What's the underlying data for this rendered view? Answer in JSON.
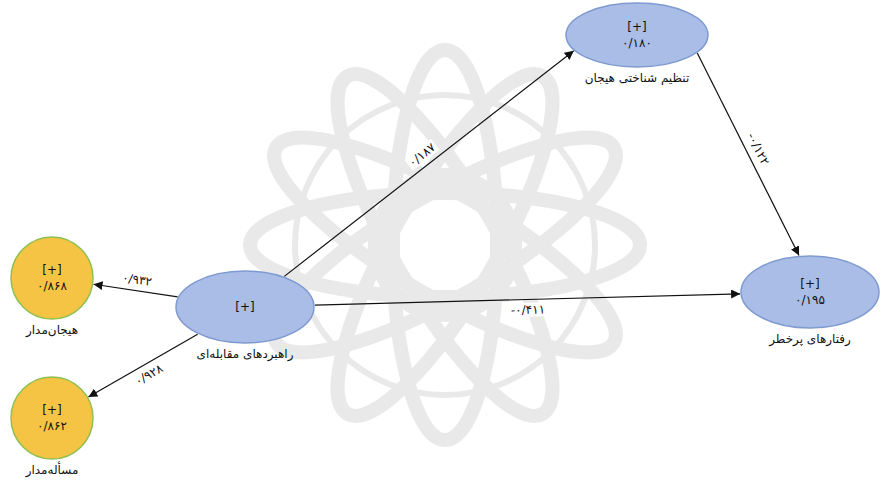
{
  "diagram": {
    "nodes": [
      {
        "text": [
          "[+]",
          "راهبردهای مقابله‌ای"
        ]
      },
      {
        "text": [
          "[+]",
          "۰/۸۶۸",
          "هیجان‌مدار"
        ]
      },
      {
        "text": [
          "[+]",
          "۰/۸۶۲",
          "مسأله‌مدار"
        ]
      },
      {
        "text": [
          "[+]",
          "۰/۱۸۰",
          "تنظیم شناختی هیجان"
        ]
      },
      {
        "text": [
          "[+]",
          "۰/۱۹۵",
          "رفتارهای پرخطر"
        ]
      }
    ],
    "edges": [
      {
        "from": 0,
        "to": 1,
        "label": "۰/۹۳۲",
        "arrow": "to"
      },
      {
        "from": 0,
        "to": 2,
        "label": "۰/۹۲۸",
        "arrow": "to"
      },
      {
        "from": 0,
        "to": 3,
        "label": "۰/۱۸۷",
        "arrow": "to"
      },
      {
        "from": 3,
        "to": 4,
        "label": "-۰/۱۲۲",
        "arrow": "to"
      },
      {
        "from": 0,
        "to": 4,
        "label": "-۰/۴۱۱",
        "arrow": "to"
      }
    ]
  }
}
